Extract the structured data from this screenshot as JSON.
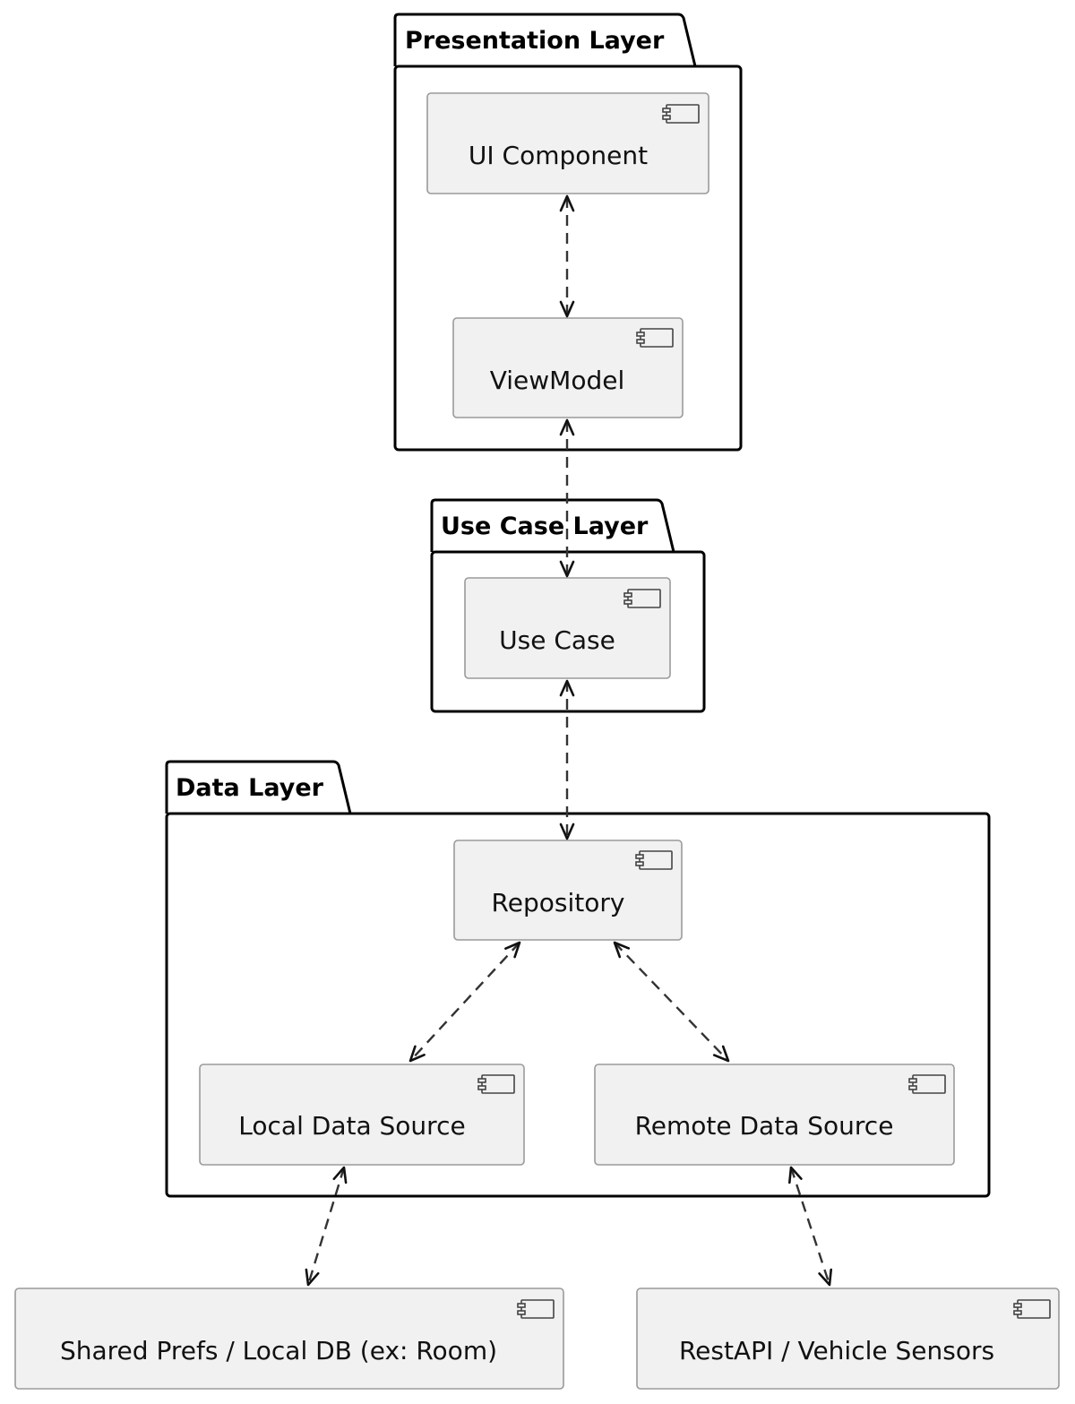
{
  "packages": [
    {
      "id": "presentation",
      "title": "Presentation Layer"
    },
    {
      "id": "usecase",
      "title": "Use Case Layer"
    },
    {
      "id": "data",
      "title": "Data Layer"
    }
  ],
  "components": {
    "ui_component": "UI Component",
    "viewmodel": "ViewModel",
    "use_case": "Use Case",
    "repository": "Repository",
    "local_data_source": "Local Data Source",
    "remote_data_source": "Remote Data Source",
    "shared_prefs": "Shared Prefs / Local DB (ex: Room)",
    "rest_api": "RestAPI / Vehicle Sensors"
  },
  "connections": [
    {
      "from": "ui_component",
      "to": "viewmodel",
      "style": "dashed",
      "arrows": "both"
    },
    {
      "from": "viewmodel",
      "to": "use_case",
      "style": "dashed",
      "arrows": "both"
    },
    {
      "from": "use_case",
      "to": "repository",
      "style": "dashed",
      "arrows": "both"
    },
    {
      "from": "repository",
      "to": "local_data_source",
      "style": "dashed",
      "arrows": "both"
    },
    {
      "from": "repository",
      "to": "remote_data_source",
      "style": "dashed",
      "arrows": "both"
    },
    {
      "from": "local_data_source",
      "to": "shared_prefs",
      "style": "dashed",
      "arrows": "both"
    },
    {
      "from": "remote_data_source",
      "to": "rest_api",
      "style": "dashed",
      "arrows": "both"
    }
  ]
}
